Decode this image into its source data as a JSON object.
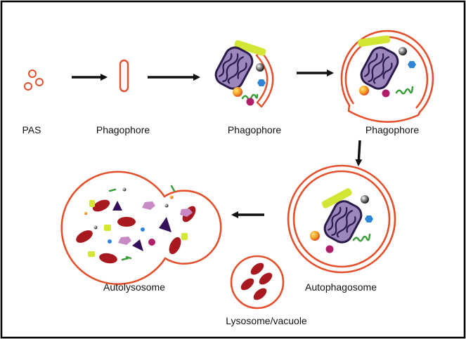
{
  "labels": {
    "pas": "PAS",
    "phagophore_1": "Phagophore",
    "phagophore_2": "Phagophore",
    "phagophore_3": "Phagophore",
    "autophagosome": "Autophagosome",
    "autolysosome": "Autolysosome",
    "lysosome": "Lysosome/vacuole"
  },
  "colors": {
    "membrane": "#e4502c",
    "arrow": "#111111",
    "mitochondrion_fill": "#9b86bd",
    "mitochondrion_outline": "#2b1b4a",
    "yellow_green_rod": "#d3e636",
    "black_sphere": "#1a1a1a",
    "blue_hexagon": "#2f86d8",
    "green_squiggle": "#3a9e3a",
    "orange_sphere": "#f2a01e",
    "magenta_dot": "#b01d6b",
    "red_body": "#a8181f",
    "pink_pentagon": "#c88ac4",
    "purple_triangle": "#35105a",
    "frame": "#000000"
  },
  "icons": [
    "mitochondrion-icon",
    "rod-icon",
    "sphere-icon",
    "hexagon-icon",
    "squiggle-icon",
    "dot-icon",
    "triangle-icon",
    "pentagon-icon",
    "arrow-icon"
  ]
}
